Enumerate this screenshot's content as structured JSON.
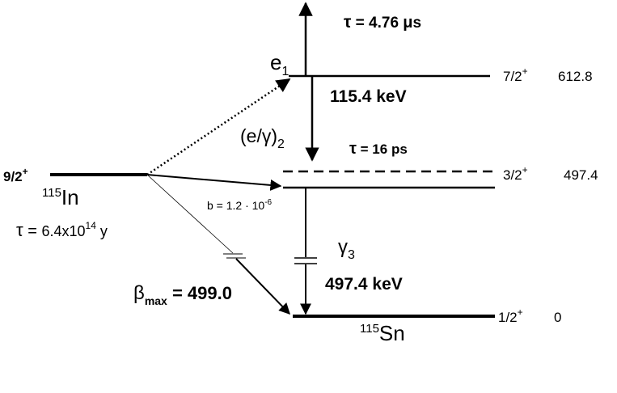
{
  "parent": {
    "spin": "9/2",
    "spin_parity": "+",
    "mass_number": "115",
    "element": "In",
    "halflife": {
      "symbol": "τ",
      "equals": " = ",
      "mantissa": "6.4x10",
      "exponent": "14",
      "unit": " y"
    }
  },
  "levels": {
    "top": {
      "spin": "7/2",
      "parity": "+",
      "energy": "612.8"
    },
    "isomer": {
      "spin": "3/2",
      "parity": "+",
      "energy": "497.4"
    },
    "ground": {
      "spin": "1/2",
      "parity": "+",
      "energy": "0"
    }
  },
  "daughter": {
    "mass_number": "115",
    "element": "Sn"
  },
  "transitions": {
    "e1": {
      "base": "e",
      "sub": "1"
    },
    "tau_top": {
      "symbol": "τ",
      "text": " = 4.76 ",
      "mu": "μ",
      "unit": "s"
    },
    "t2_energy": "115.4 keV",
    "t2_label": {
      "text": "(e/",
      "gamma": "γ",
      "close": ")",
      "sub": "2"
    },
    "tau_mid": {
      "symbol": "τ",
      "text": " = 16 ps"
    },
    "branching": {
      "text": "b = 1.2 · 10",
      "exponent": "-6"
    },
    "gamma3": {
      "symbol": "γ",
      "sub": "3"
    },
    "t3_energy": "497.4 keV",
    "beta": {
      "symbol": "β",
      "sub": "max",
      "text": " = 499.0"
    }
  }
}
